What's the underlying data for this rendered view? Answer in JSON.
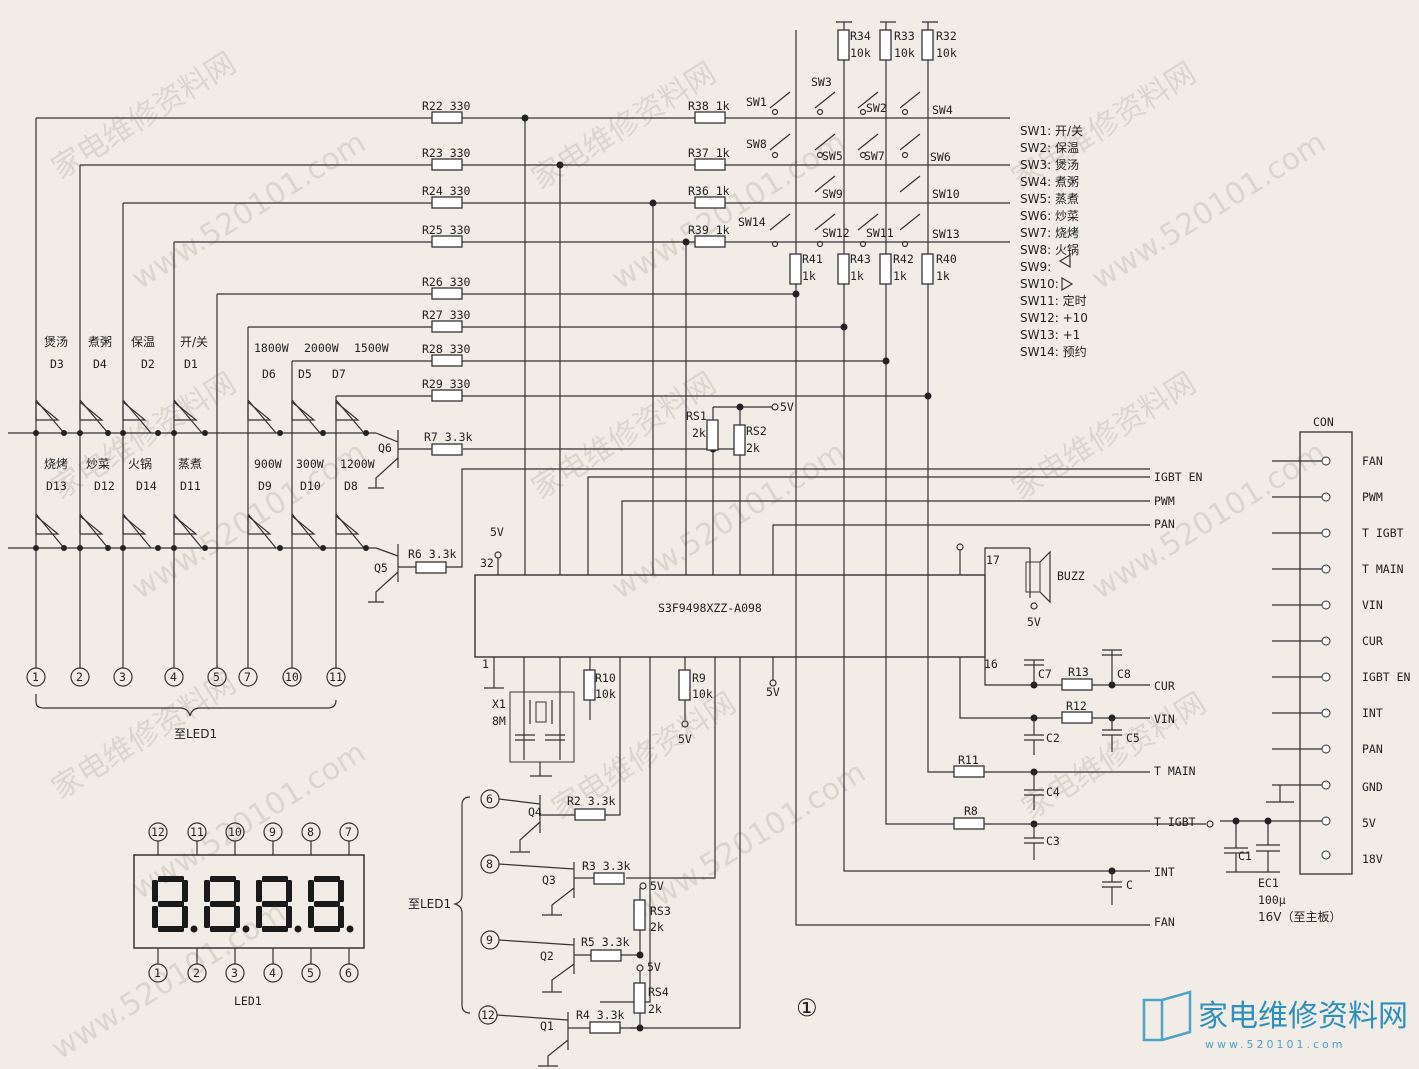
{
  "watermark": {
    "text_cn": "家电维修资料网",
    "text_url": "www.520101.com"
  },
  "resistors": {
    "r22": "R22 330",
    "r23": "R23 330",
    "r24": "R24 330",
    "r25": "R25 330",
    "r26": "R26 330",
    "r27": "R27 330",
    "r28": "R28 330",
    "r29": "R29 330",
    "r38": "R38 1k",
    "r37": "R37 1k",
    "r36": "R36 1k",
    "r39": "R39 1k",
    "r34_name": "R34",
    "r34_value": "10k",
    "r33_name": "R33",
    "r33_value": "10k",
    "r32_name": "R32",
    "r32_value": "10k",
    "r41_name": "R41",
    "r41_value": "1k",
    "r43_name": "R43",
    "r43_value": "1k",
    "r42_name": "R42",
    "r42_value": "1k",
    "r40_name": "R40",
    "r40_value": "1k",
    "r7": "R7 3.3k",
    "r6": "R6 3.3k",
    "rs1_name": "RS1",
    "rs1_value": "2k",
    "rs2_name": "RS2",
    "rs2_value": "2k",
    "r10_name": "R10",
    "r10_value": "10k",
    "r9_name": "R9",
    "r9_value": "10k",
    "r13": "R13",
    "r12": "R12",
    "r11": "R11",
    "r8": "R8",
    "r2": "R2 3.3k",
    "r3": "R3 3.3k",
    "r5": "R5 3.3k",
    "r4": "R4 3.3k",
    "rs3_name": "RS3",
    "rs3_value": "2k",
    "rs4_name": "RS4",
    "rs4_value": "2k"
  },
  "switches": {
    "sw1": "SW1",
    "sw2": "SW2",
    "sw3": "SW3",
    "sw4": "SW4",
    "sw5": "SW5",
    "sw6": "SW6",
    "sw7": "SW7",
    "sw8": "SW8",
    "sw9": "SW9",
    "sw10": "SW10",
    "sw11": "SW11",
    "sw12": "SW12",
    "sw13": "SW13",
    "sw14": "SW14"
  },
  "legend": [
    "SW1: 开/关",
    "SW2: 保温",
    "SW3: 煲汤",
    "SW4: 煮粥",
    "SW5: 蒸煮",
    "SW6: 炒菜",
    "SW7: 烧烤",
    "SW8: 火锅",
    "SW9:",
    "SW10:",
    "SW11: 定时",
    "SW12: +10",
    "SW13: +1",
    "SW14: 预约"
  ],
  "leds": {
    "top": [
      {
        "name": "煲汤",
        "ref": "D3"
      },
      {
        "name": "煮粥",
        "ref": "D4"
      },
      {
        "name": "保温",
        "ref": "D2"
      },
      {
        "name": "开/关",
        "ref": "D1"
      },
      {
        "name": "1800W",
        "ref": "D6"
      },
      {
        "name": "2000W",
        "ref": "D5"
      },
      {
        "name": "1500W",
        "ref": "D7"
      }
    ],
    "bottom": [
      {
        "name": "烧烤",
        "ref": "D13"
      },
      {
        "name": "炒菜",
        "ref": "D12"
      },
      {
        "name": "火锅",
        "ref": "D14"
      },
      {
        "name": "蒸煮",
        "ref": "D11"
      },
      {
        "name": "900W",
        "ref": "D9"
      },
      {
        "name": "300W",
        "ref": "D10"
      },
      {
        "name": "1200W",
        "ref": "D8"
      }
    ]
  },
  "transistors": {
    "q6": "Q6",
    "q5": "Q5",
    "q4": "Q4",
    "q3": "Q3",
    "q2": "Q2",
    "q1": "Q1"
  },
  "power": {
    "v5": "5V"
  },
  "mcu": {
    "part": "S3F9498XZZ-A098",
    "pin32": "32",
    "pin1": "1",
    "pin17": "17",
    "pin16": "16"
  },
  "crystal": {
    "ref": "X1",
    "value": "8M"
  },
  "buzzer": {
    "label": "BUZZ"
  },
  "capacitors": {
    "c7": "C7",
    "c8": "C8",
    "c2": "C2",
    "c5": "C5",
    "c4": "C4",
    "c3": "C3",
    "c": "C",
    "c1": "C1",
    "ec1_name": "EC1",
    "ec1_value": "100μ",
    "ec1_note": "16V（至主板）"
  },
  "signals": {
    "igbt_en": "IGBT EN",
    "pwm": "PWM",
    "pan": "PAN",
    "cur": "CUR",
    "vin": "VIN",
    "t_main": "T MAIN",
    "t_igbt": "T IGBT",
    "int": "INT",
    "fan": "FAN"
  },
  "connector": {
    "label": "CON",
    "pins": [
      "FAN",
      "PWM",
      "T IGBT",
      "T MAIN",
      "VIN",
      "CUR",
      "IGBT EN",
      "INT",
      "PAN",
      "GND",
      "5V",
      "18V"
    ]
  },
  "led_pins": [
    "1",
    "2",
    "3",
    "4",
    "5",
    "7",
    "10",
    "11"
  ],
  "led_pins_label": "至LED1",
  "display": {
    "label": "LED1",
    "top_pins": [
      "12",
      "11",
      "10",
      "9",
      "8",
      "7"
    ],
    "bottom_pins": [
      "1",
      "2",
      "3",
      "4",
      "5",
      "6"
    ],
    "digits": 4
  },
  "digit_drivers": {
    "label": "至LED1",
    "pins": [
      "6",
      "8",
      "9",
      "12"
    ]
  },
  "figure_number": "①",
  "logo": {
    "text": "家电维修资料网",
    "url": "www.520101.com"
  }
}
